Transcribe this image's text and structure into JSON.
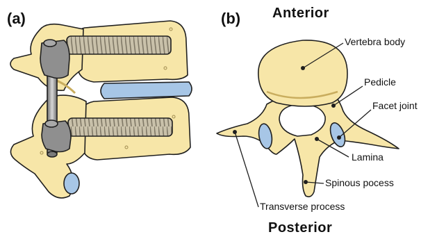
{
  "panels": {
    "a": "(a)",
    "b": "(b)"
  },
  "headings": {
    "anterior": "Anterior",
    "posterior": "Posterior"
  },
  "labels": {
    "vertebra_body": "Vertebra body",
    "pedicle": "Pedicle",
    "facet_joint": "Facet joint",
    "lamina": "Lamina",
    "spinous_process": "Spinous pocess",
    "transverse_process": "Transverse process"
  },
  "colors": {
    "bone": "#f7e6a8",
    "bone_shadow": "#e4c979",
    "disc": "#a7c6e6",
    "metal": "#8f8f8f",
    "metal_dark": "#5e5e5e",
    "screw": "#b7b09c",
    "outline": "#1f1f1f"
  }
}
